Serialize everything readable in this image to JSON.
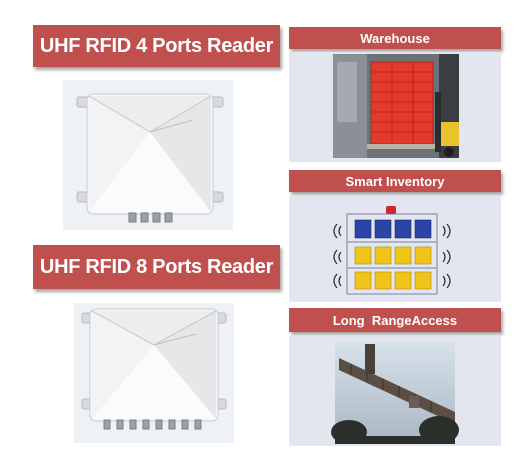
{
  "products": [
    {
      "title": "UHF RFID 4 Ports Reader",
      "ports": 4
    },
    {
      "title": "UHF RFID 8 Ports Reader",
      "ports": 8
    }
  ],
  "applications": [
    {
      "label": "Warehouse",
      "image": "warehouse-pallet-photo"
    },
    {
      "label": "Smart Inventory",
      "image": "smart-shelf-illustration"
    },
    {
      "label": "Long  RangeAccess",
      "image": "gate-barrier-photo"
    }
  ],
  "colors": {
    "banner": "#c0504d",
    "panel": "#e3e6ee",
    "banner_text": "#ffffff"
  }
}
